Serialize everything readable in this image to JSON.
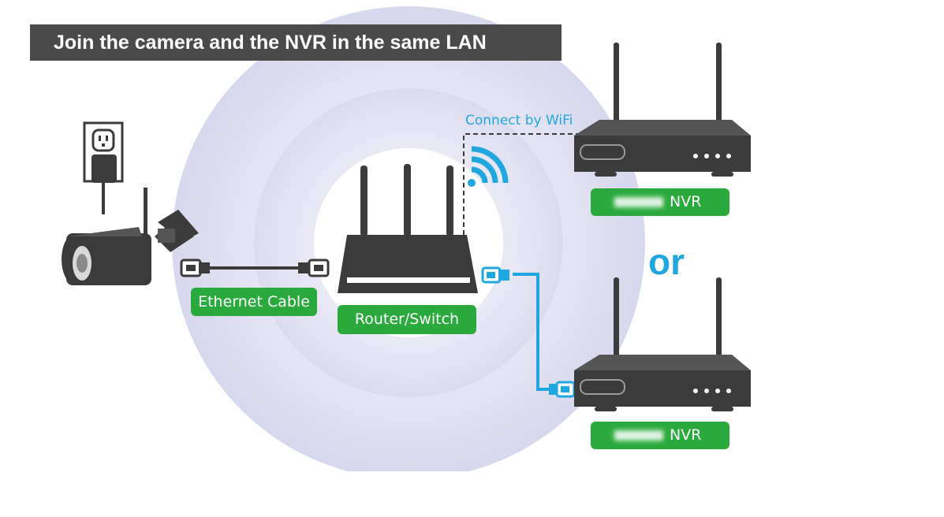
{
  "title": "Join the camera and the NVR in the same LAN",
  "labels": {
    "ethernet_cable": "Ethernet Cable",
    "router_switch": "Router/Switch",
    "connect_by_wifi": "Connect by WiFi",
    "or": "or",
    "nvr_top": "NVR",
    "nvr_bottom": "NVR"
  },
  "colors": {
    "accent_green": "#2aaa3c",
    "accent_blue": "#21a7e0",
    "device_dark": "#3b3b3b",
    "banner_bg": "#4a4a4a"
  }
}
